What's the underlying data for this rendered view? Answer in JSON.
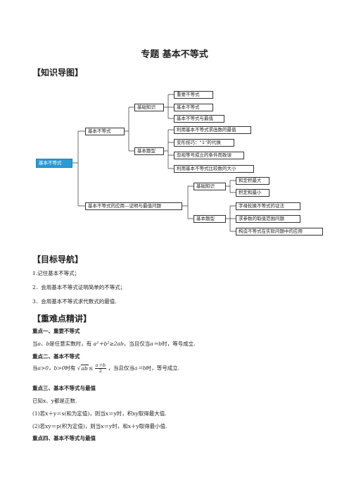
{
  "title": "专题  基本不等式",
  "sections": {
    "mindmap": "【知识导图】",
    "goals": "【目标导航】",
    "keypoints": "【重难点精讲】"
  },
  "mindmap": {
    "root": "基本不等式",
    "branch1": "基本不等式",
    "branch2": "基本不等式的应用—证明与最值问题",
    "b1_knowledge": "基础知识",
    "b1_types": "基本题型",
    "b1_k_items": [
      "重要不等式",
      "基本不等式",
      "基本不等式与最值"
    ],
    "b1_t_items": [
      "利用基本不等式求函数的最值",
      "变形技巧：“1”的代换",
      "忽视等号成立的条件而致误",
      "利用基本不等式比较数的大小"
    ],
    "b2_knowledge": "基础知识",
    "b2_types": "基本题型",
    "b2_k_items": [
      "和定积最大",
      "积定和最小"
    ],
    "b2_t_items": [
      "字母轮换不等式的证法",
      "求参数的取值范围问题",
      "构造不等式在实际问题中的应用"
    ]
  },
  "goals": [
    "1.记住基本不等式；",
    "2．会用基本不等式证明简单的不等式；",
    "3．会用基本不等式求代数式的最值."
  ],
  "points": {
    "p1_head": "重点一、重要不等式",
    "p1_a": "当",
    "p1_b": "a、b",
    "p1_c": "是任意实数时，有",
    "p1_d": "a²＋b²≥2ab",
    "p1_e": "，当且仅当",
    "p1_f": "a＝b",
    "p1_g": "时，等号成立.",
    "p2_head": "重点二、基本不等式",
    "p2_a": "当",
    "p2_b": "a>0，b>0",
    "p2_c": "时有",
    "p2_sqrt": "ab",
    "p2_le": "≤",
    "p2_num": "a＋b",
    "p2_den": "2",
    "p2_d": "，当且仅当",
    "p2_e": "a＝b",
    "p2_f": "时，等号成立.",
    "p3_head": "重点三、基本不等式与最值",
    "p3_line1": "已知x、y都是正数.",
    "p3_line2": "(1)若x＋y＝s(和为定值)，则当x＝y时，积xy取得最大值.",
    "p3_line3": "(2)若xy＝p(积为定值)，则当x＝y时，和x＋y取得最小值.",
    "p4_head": "重点四、基本不等式与最值"
  }
}
